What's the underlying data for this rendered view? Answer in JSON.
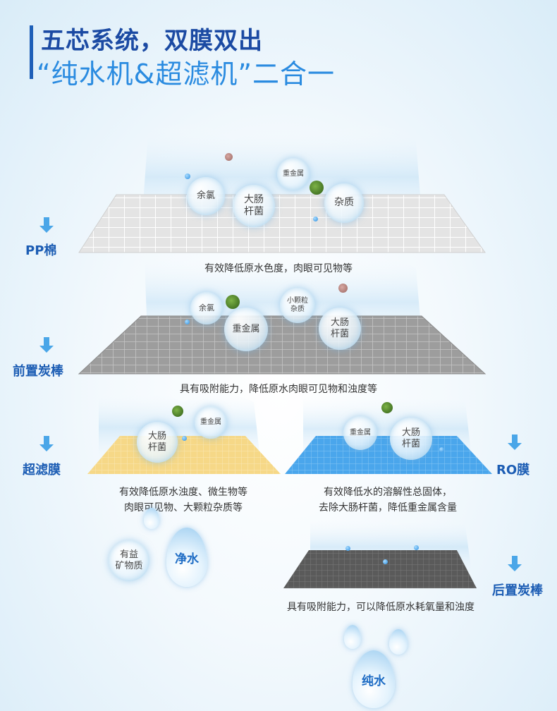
{
  "header": {
    "title_line1": "五芯系统，双膜双出",
    "title_line2": "“纯水机&超滤机”二合一"
  },
  "stages": {
    "pp": {
      "label": "PP棉",
      "description": "有效降低原水色度，肉眼可见物等",
      "bubbles": [
        "余氯",
        "大肠\n杆菌",
        "重金属",
        "杂质"
      ]
    },
    "pre_carbon": {
      "label": "前置炭棒",
      "description": "具有吸附能力，降低原水肉眼可见物和浊度等",
      "bubbles": [
        "余氯",
        "重金属",
        "小颗粒\n杂质",
        "大肠\n杆菌"
      ]
    },
    "uf": {
      "label": "超滤膜",
      "description_line1": "有效降低原水浊度、微生物等",
      "description_line2": "肉眼可见物、大颗粒杂质等",
      "bubbles": [
        "大肠\n杆菌",
        "重金属"
      ],
      "output_mineral": "有益\n矿物质",
      "output_water": "净水"
    },
    "ro": {
      "label": "RO膜",
      "description_line1": "有效降低水的溶解性总固体，",
      "description_line2": "去除大肠杆菌，降低重金属含量",
      "bubbles": [
        "重金属",
        "大肠\n杆菌"
      ]
    },
    "post_carbon": {
      "label": "后置炭棒",
      "description": "具有吸附能力，可以降低原水耗氧量和浊度",
      "output_water": "纯水"
    }
  },
  "colors": {
    "title_dark": "#1b4aa3",
    "title_light": "#2a8be0",
    "label_blue": "#1c5db4",
    "uf_membrane": "#f3cf6d",
    "ro_membrane": "#3b9be8"
  }
}
